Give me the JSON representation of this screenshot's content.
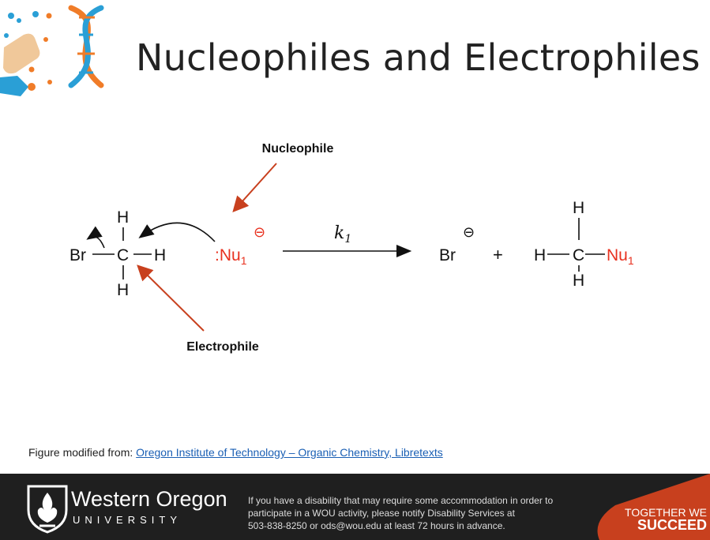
{
  "slide": {
    "title": "Nucleophiles and Electrophiles",
    "labels": {
      "nucleophile": "Nucleophile",
      "electrophile": "Electrophile"
    },
    "reaction": {
      "reactant": {
        "br": "Br",
        "c": "C",
        "h": "H"
      },
      "nucleophile": {
        "lone_pair": ":",
        "nu": "Nu",
        "subscript": "1",
        "charge": "⊖"
      },
      "rate_constant": {
        "k": "k",
        "subscript": "1"
      },
      "product_ion": {
        "br": "Br",
        "charge": "⊖"
      },
      "plus": "+",
      "product": {
        "h": "H",
        "c": "C",
        "nu": "Nu",
        "subscript": "1"
      }
    },
    "colors": {
      "nucleophile_red": "#e8311f",
      "arrow_red": "#c8401e",
      "accent_orange": "#f07c28",
      "accent_blue": "#2a9fd6"
    },
    "credit": {
      "prefix": "Figure modified from: ",
      "link_text": "Oregon Institute of Technology – Organic Chemistry, Libretexts"
    }
  },
  "footer": {
    "logo_icon": "flame-shield-icon",
    "university_name": "Western Oregon",
    "university_sub": "UNIVERSITY",
    "notice_lines": [
      "If you have a disability that may require some accommodation in order to",
      "participate in a WOU activity, please notify Disability Services at",
      "503-838-8250 or ods@wou.edu at least 72 hours in advance."
    ],
    "slogan_line1": "TOGETHER WE",
    "slogan_line2": "SUCCEED"
  }
}
